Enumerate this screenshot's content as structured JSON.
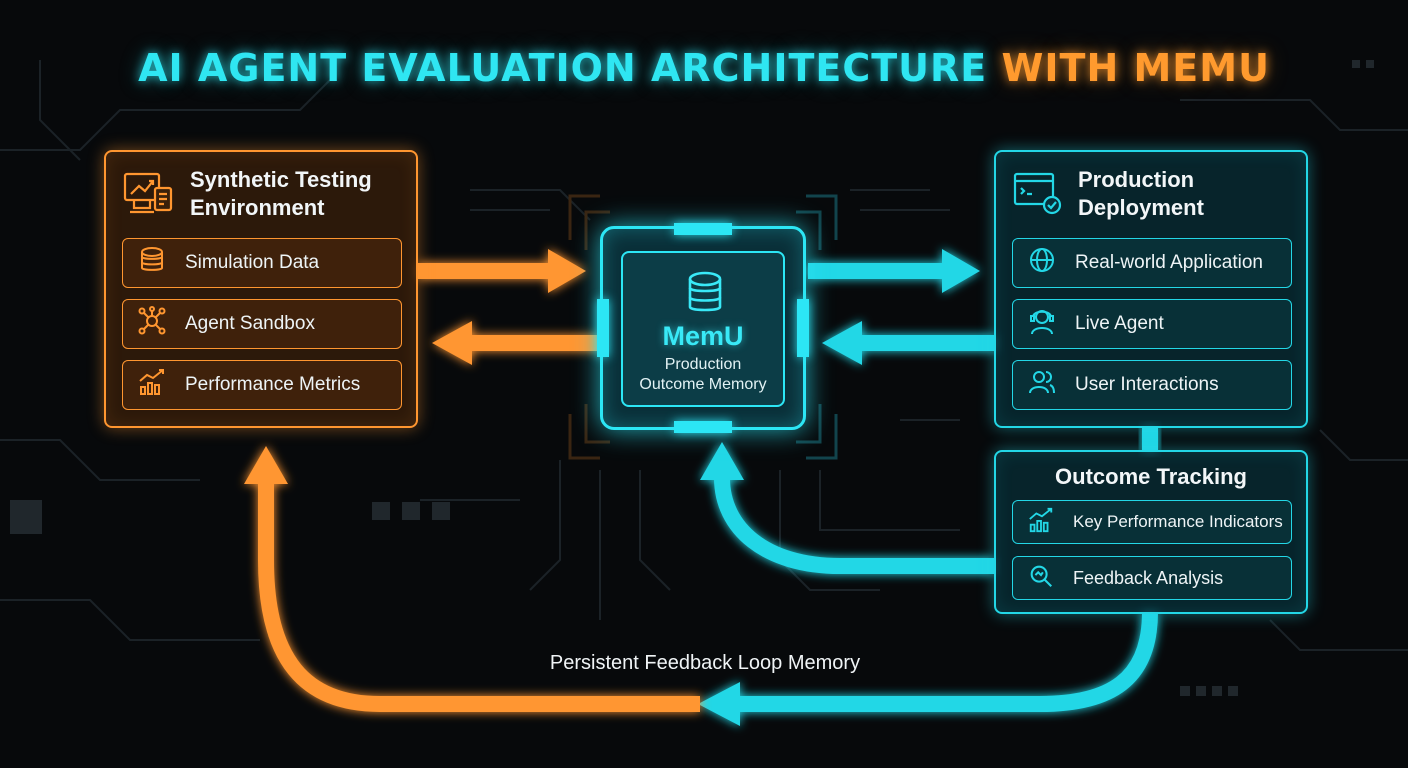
{
  "title": {
    "part1": "AI AGENT EVALUATION ARCHITECTURE",
    "part2": "WITH MEMU"
  },
  "colors": {
    "orange": "#ff9630",
    "cyan": "#23d7e6",
    "background": "#07090b"
  },
  "synthetic": {
    "title": "Synthetic Testing Environment",
    "icon": "monitor-chart-icon",
    "items": [
      {
        "label": "Simulation Data",
        "icon": "database-icon"
      },
      {
        "label": "Agent Sandbox",
        "icon": "network-hub-icon"
      },
      {
        "label": "Performance Metrics",
        "icon": "bar-chart-icon"
      }
    ]
  },
  "memu": {
    "title": "MemU",
    "subtitle_line1": "Production",
    "subtitle_line2": "Outcome Memory",
    "icon": "database-icon"
  },
  "production": {
    "title": "Production Deployment",
    "icon": "browser-check-icon",
    "items": [
      {
        "label": "Real-world Application",
        "icon": "globe-icon"
      },
      {
        "label": "Live Agent",
        "icon": "headset-agent-icon"
      },
      {
        "label": "User Interactions",
        "icon": "users-icon"
      }
    ]
  },
  "outcome": {
    "title": "Outcome Tracking",
    "items": [
      {
        "label": "Key Performance Indicators",
        "icon": "bar-chart-icon"
      },
      {
        "label": "Feedback Analysis",
        "icon": "magnifier-icon"
      }
    ]
  },
  "loop_label": "Persistent Feedback Loop Memory"
}
